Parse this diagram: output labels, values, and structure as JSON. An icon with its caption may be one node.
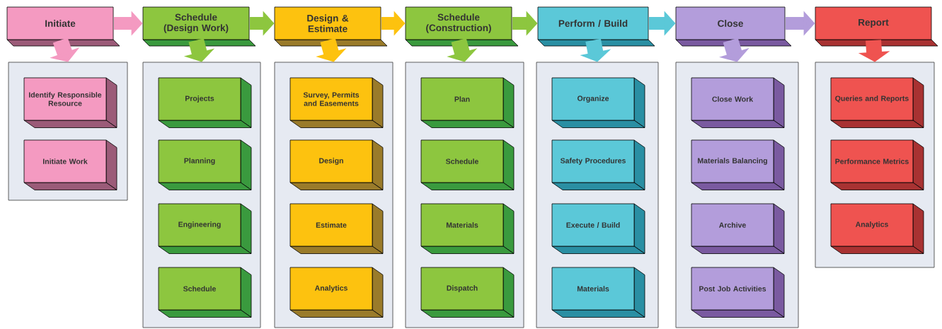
{
  "diagram": {
    "nodes": [
      {
        "text": [
          "Initiate"
        ]
      },
      {
        "text": [],
        "shape": "box"
      },
      {
        "text": [
          "Identify Responsible Resource"
        ],
        "in": 1
      },
      {
        "text": [
          "Initiate Work"
        ],
        "in": 1
      },
      {
        "text": [
          "Schedule (Design Work)"
        ]
      },
      {
        "text": [],
        "shape": "box"
      },
      {
        "text": [
          "Projects"
        ],
        "in": 5
      },
      {
        "text": [
          "Planning"
        ],
        "in": 5
      },
      {
        "text": [
          "Engineering"
        ],
        "in": 5
      },
      {
        "text": [
          "Schedule"
        ],
        "in": 5
      },
      {
        "text": [
          "Design & Estimate"
        ]
      },
      {
        "text": [],
        "shape": "box"
      },
      {
        "text": [
          "Survey, Permits and Easements"
        ],
        "in": 11
      },
      {
        "text": [
          "Design"
        ],
        "in": 11
      },
      {
        "text": [
          "Estimate"
        ],
        "in": 11
      },
      {
        "text": [
          "Analytics"
        ],
        "in": 11
      },
      {
        "text": [
          "Schedule (Construction)"
        ]
      },
      {
        "text": [],
        "shape": "box"
      },
      {
        "text": [
          "Plan"
        ],
        "in": 17
      },
      {
        "text": [
          "Schedule"
        ],
        "in": 17
      },
      {
        "text": [
          "Materials"
        ],
        "in": 17
      },
      {
        "text": [
          "Dispatch"
        ],
        "in": 17
      },
      {
        "text": [
          "Perform / Build"
        ]
      },
      {
        "text": [],
        "shape": "box"
      },
      {
        "text": [
          "Organize"
        ],
        "in": 23
      },
      {
        "text": [
          "Safety Procedures"
        ],
        "in": 23
      },
      {
        "text": [
          "Execute / Build"
        ],
        "in": 23
      },
      {
        "text": [
          "Materials"
        ],
        "in": 23
      },
      {
        "text": [
          "Close"
        ]
      },
      {
        "text": [],
        "shape": "box"
      },
      {
        "text": [
          "Close Work"
        ],
        "in": 29
      },
      {
        "text": [
          "Materials Balancing"
        ],
        "in": 29
      },
      {
        "text": [
          "Archive"
        ],
        "in": 29
      },
      {
        "text": [
          "Post Job Activities"
        ],
        "in": 29
      },
      {
        "text": [
          "Report"
        ]
      },
      {
        "text": [],
        "shape": "box"
      },
      {
        "text": [
          "Queries and Reports"
        ],
        "in": 35
      },
      {
        "text": [
          "Performance Metrics"
        ],
        "in": 35
      },
      {
        "text": [
          "Analytics"
        ],
        "in": 35
      }
    ],
    "edges": [
      {
        "from": 0,
        "to": 4,
        "arrow": "to",
        "color": "#f49ac1"
      },
      {
        "from": 4,
        "to": 10,
        "arrow": "to",
        "color": "#8dc63f"
      },
      {
        "from": 10,
        "to": 16,
        "arrow": "to",
        "color": "#fdc20f"
      },
      {
        "from": 16,
        "to": 22,
        "arrow": "to",
        "color": "#8dc63f"
      },
      {
        "from": 22,
        "to": 28,
        "arrow": "to",
        "color": "#5bc8d8"
      },
      {
        "from": 28,
        "to": 34,
        "arrow": "to",
        "color": "#b39ddb"
      },
      {
        "from": 0,
        "to": 1,
        "arrow": "to",
        "color": "#f49ac1"
      },
      {
        "from": 4,
        "to": 5,
        "arrow": "to",
        "color": "#8dc63f"
      },
      {
        "from": 10,
        "to": 11,
        "arrow": "to",
        "color": "#fdc20f"
      },
      {
        "from": 16,
        "to": 17,
        "arrow": "to",
        "color": "#8dc63f"
      },
      {
        "from": 22,
        "to": 23,
        "arrow": "to",
        "color": "#5bc8d8"
      },
      {
        "from": 28,
        "to": 29,
        "arrow": "to",
        "color": "#b39ddb"
      },
      {
        "from": 34,
        "to": 35,
        "arrow": "to",
        "color": "#ef5350"
      }
    ]
  }
}
